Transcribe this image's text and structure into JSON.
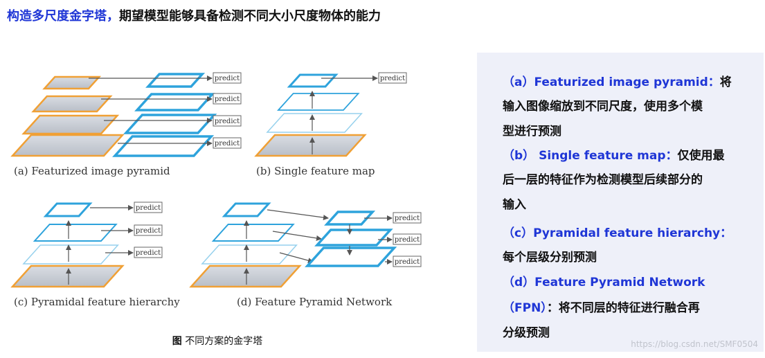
{
  "title": {
    "highlight": "构造多尺度金字塔，",
    "rest": "期望模型能够具备检测不同大小尺度物体的能力"
  },
  "figure": {
    "predict_label": "predict",
    "panels": [
      {
        "label": "(a) Featurized image pyramid"
      },
      {
        "label": "(b) Single feature map"
      },
      {
        "label": "(c) Pyramidal feature hierarchy"
      },
      {
        "label": "(d) Feature Pyramid Network"
      }
    ],
    "caption_bold": "图",
    "caption_rest": " 不同方案的金字塔"
  },
  "explanation": {
    "lines": [
      {
        "blue": "（a）Featurized image pyramid：",
        "black": "将"
      },
      {
        "blue": "",
        "black": "输入图像缩放到不同尺度，使用多个模"
      },
      {
        "blue": "",
        "black": "型进行预测"
      },
      {
        "blue": "（b） Single feature map：",
        "black": "仅使用最"
      },
      {
        "blue": "",
        "black": "后一层的特征作为检测模型后续部分的"
      },
      {
        "blue": "",
        "black": "输入"
      },
      {
        "blue": "（c）Pyramidal feature hierarchy：",
        "black": ""
      },
      {
        "blue": "",
        "black": "每个层级分别预测"
      },
      {
        "blue": "（d）Feature Pyramid Network",
        "black": ""
      },
      {
        "blue": "（FPN）",
        "black": "：将不同层的特征进行融合再"
      },
      {
        "blue": "",
        "black": "分级预测"
      }
    ]
  },
  "watermark": "https://blog.csdn.net/SMF0504",
  "colors": {
    "accent_blue": "#1f36d6",
    "feature_blue": "#2ea3dc",
    "image_orange": "#f0a035",
    "panel_bg": "#eef0f9"
  }
}
